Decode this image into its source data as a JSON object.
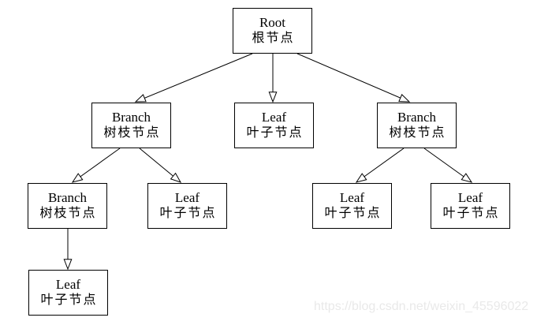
{
  "diagram": {
    "type": "tree",
    "description": "Tree structure with a root node, branch nodes and leaf nodes, labeled in English and Chinese"
  },
  "nodes": {
    "root": {
      "en": "Root",
      "zh": "根节点"
    },
    "branch_left": {
      "en": "Branch",
      "zh": "树枝节点"
    },
    "leaf_middle": {
      "en": "Leaf",
      "zh": "叶子节点"
    },
    "branch_right": {
      "en": "Branch",
      "zh": "树枝节点"
    },
    "branch_left_child": {
      "en": "Branch",
      "zh": "树枝节点"
    },
    "leaf_left_child": {
      "en": "Leaf",
      "zh": "叶子节点"
    },
    "leaf_right_child1": {
      "en": "Leaf",
      "zh": "叶子节点"
    },
    "leaf_right_child2": {
      "en": "Leaf",
      "zh": "叶子节点"
    },
    "leaf_bottom": {
      "en": "Leaf",
      "zh": "叶子节点"
    }
  },
  "edges": [
    {
      "from": "root",
      "to": "branch_left"
    },
    {
      "from": "root",
      "to": "leaf_middle"
    },
    {
      "from": "root",
      "to": "branch_right"
    },
    {
      "from": "branch_left",
      "to": "branch_left_child"
    },
    {
      "from": "branch_left",
      "to": "leaf_left_child"
    },
    {
      "from": "branch_right",
      "to": "leaf_right_child1"
    },
    {
      "from": "branch_right",
      "to": "leaf_right_child2"
    },
    {
      "from": "branch_left_child",
      "to": "leaf_bottom"
    }
  ],
  "colors": {
    "background": "#ffffff",
    "node_fill": "#ffffff",
    "node_border": "#000000",
    "text": "#000000",
    "watermark": "#e9e9e9"
  },
  "watermark": {
    "text": "https://blog.csdn.net/weixin_45596022"
  }
}
